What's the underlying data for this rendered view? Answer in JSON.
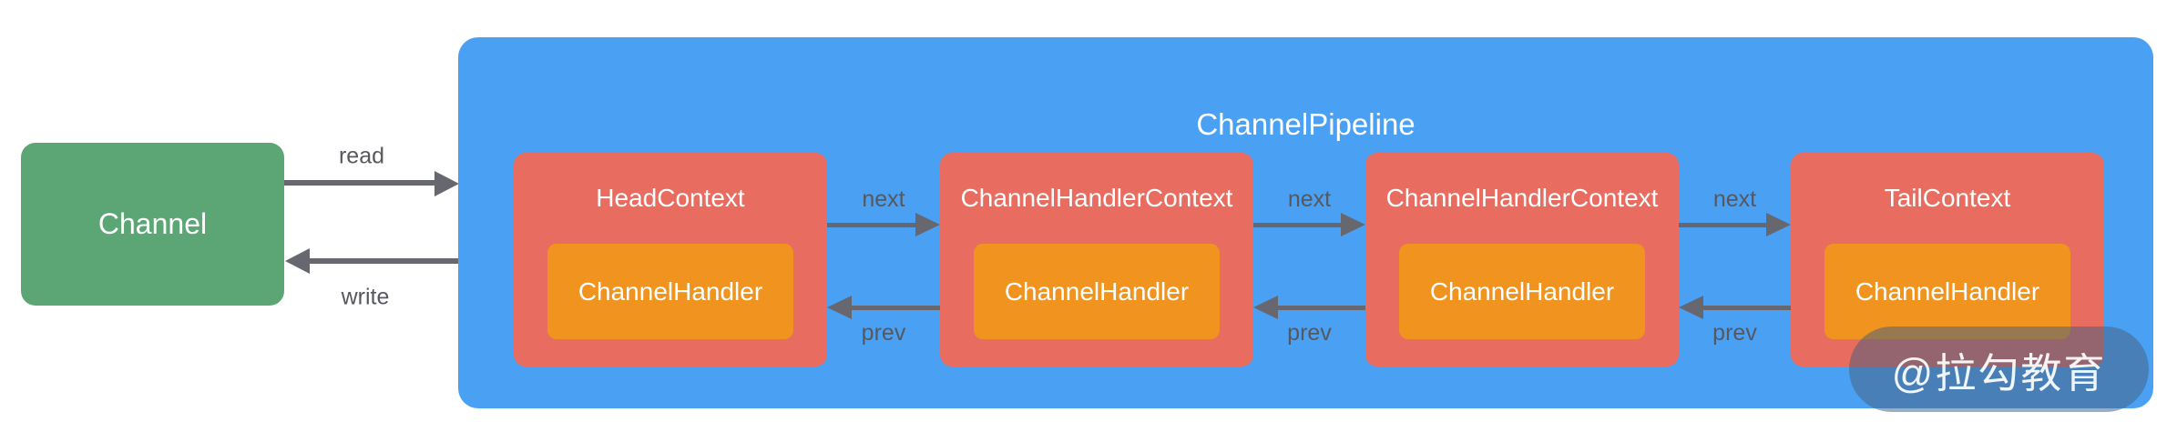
{
  "channel": {
    "label": "Channel"
  },
  "pipeline": {
    "title": "ChannelPipeline",
    "contexts": [
      {
        "title": "HeadContext",
        "handler": "ChannelHandler"
      },
      {
        "title": "ChannelHandlerContext",
        "handler": "ChannelHandler"
      },
      {
        "title": "ChannelHandlerContext",
        "handler": "ChannelHandler"
      },
      {
        "title": "TailContext",
        "handler": "ChannelHandler"
      }
    ]
  },
  "arrows": {
    "read_label": "read",
    "write_label": "write",
    "next_label": "next",
    "prev_label": "prev"
  },
  "watermark": {
    "text": "@拉勾教育"
  },
  "colors": {
    "channel_green": "#5BA674",
    "pipeline_blue": "#4AA1F4",
    "context_red": "#E86C5F",
    "handler_orange": "#F0941F",
    "arrow_gray": "#67676F",
    "label_gray": "#57585E",
    "watermark_bg": "rgba(70,95,125,0.52)"
  }
}
